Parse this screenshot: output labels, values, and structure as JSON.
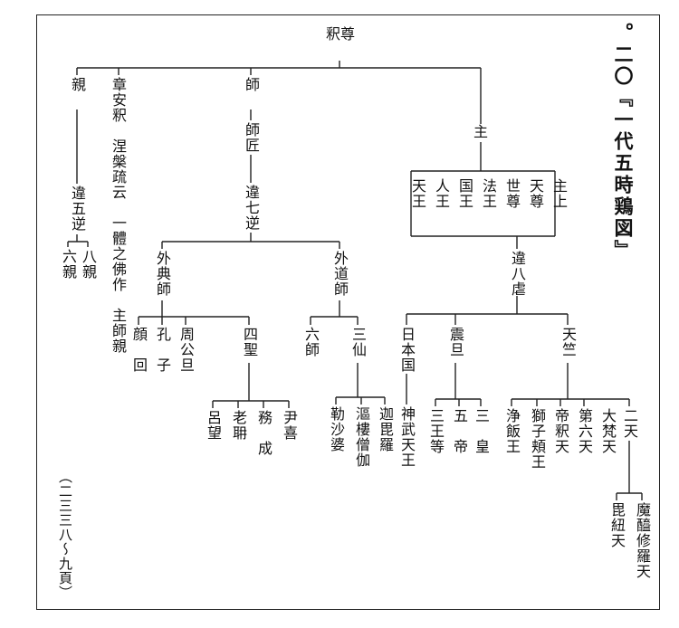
{
  "title": "。二〇『一代五時鶏図』",
  "page_ref": "（二三三八〜九頁）",
  "nodes": {
    "root": "釈尊",
    "shin": "親",
    "shi": "師",
    "shu": "主",
    "note": "章安釈　涅槃疏云　一體之佛作　主師親",
    "gogyaku": "違五逆",
    "rokushin": "六親",
    "hasshin": "八親",
    "shisho": "師匠",
    "shichigyaku": "違七逆",
    "gedenshi": "外典師",
    "gedoshi": "外道師",
    "gan_kai": "顔　回",
    "koshi": "孔　子",
    "shukotan": "周公旦",
    "shisei": "四聖",
    "ryobo": "呂望",
    "rotan": "老耼",
    "museki": "務　成",
    "inki": "尹喜",
    "rokushi": "六師",
    "sansen": "三仙",
    "roku_shaba": "勒沙婆",
    "ourou": "漚樓僧伽",
    "kabira": "迦毘羅",
    "shujo_list": [
      "天王",
      "人王",
      "国王",
      "法王",
      "世尊",
      "天尊",
      "主上"
    ],
    "hakko": "違八虐",
    "nihonkoku": "日本国",
    "shintan": "震旦",
    "tenjiku": "天竺",
    "jinmu": "神武天王",
    "sanno": "三王等",
    "gotei": "五　帝",
    "sanko": "三　皇",
    "jobon": "浄飯王",
    "shishihyo": "獅子頬王",
    "taishaku": "帝釈天",
    "dairoku": "第六天",
    "daibon": "大梵天",
    "niten": "二天",
    "bichu": "毘紐天",
    "makei": "魔醯修羅天"
  }
}
